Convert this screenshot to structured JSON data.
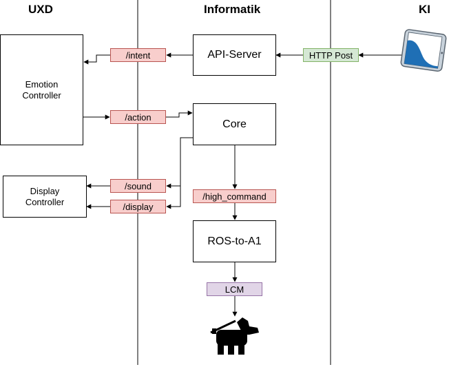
{
  "lanes": {
    "uxd": "UXD",
    "informatik": "Informatik",
    "ki": "KI"
  },
  "nodes": {
    "api_server": "API-Server",
    "core": "Core",
    "ros_to_a1": "ROS-to-A1",
    "emotion_controller": "Emotion\nController",
    "display_controller": "Display\nController"
  },
  "topics": {
    "intent": "/intent",
    "action": "/action",
    "sound": "/sound",
    "display": "/display",
    "high_command": "/high_command",
    "http_post": "HTTP Post",
    "lcm": "LCM"
  },
  "icons": {
    "tablet": "tablet-icon",
    "robot_dog": "robot-dog-icon"
  },
  "colors": {
    "ros_topic_fill": "#f8cecc",
    "ros_topic_border": "#b85450",
    "http_fill": "#d5e8d4",
    "http_border": "#82b366",
    "lcm_fill": "#e1d5e7",
    "lcm_border": "#9673a6",
    "tablet_screen": "#1f6fb5"
  }
}
